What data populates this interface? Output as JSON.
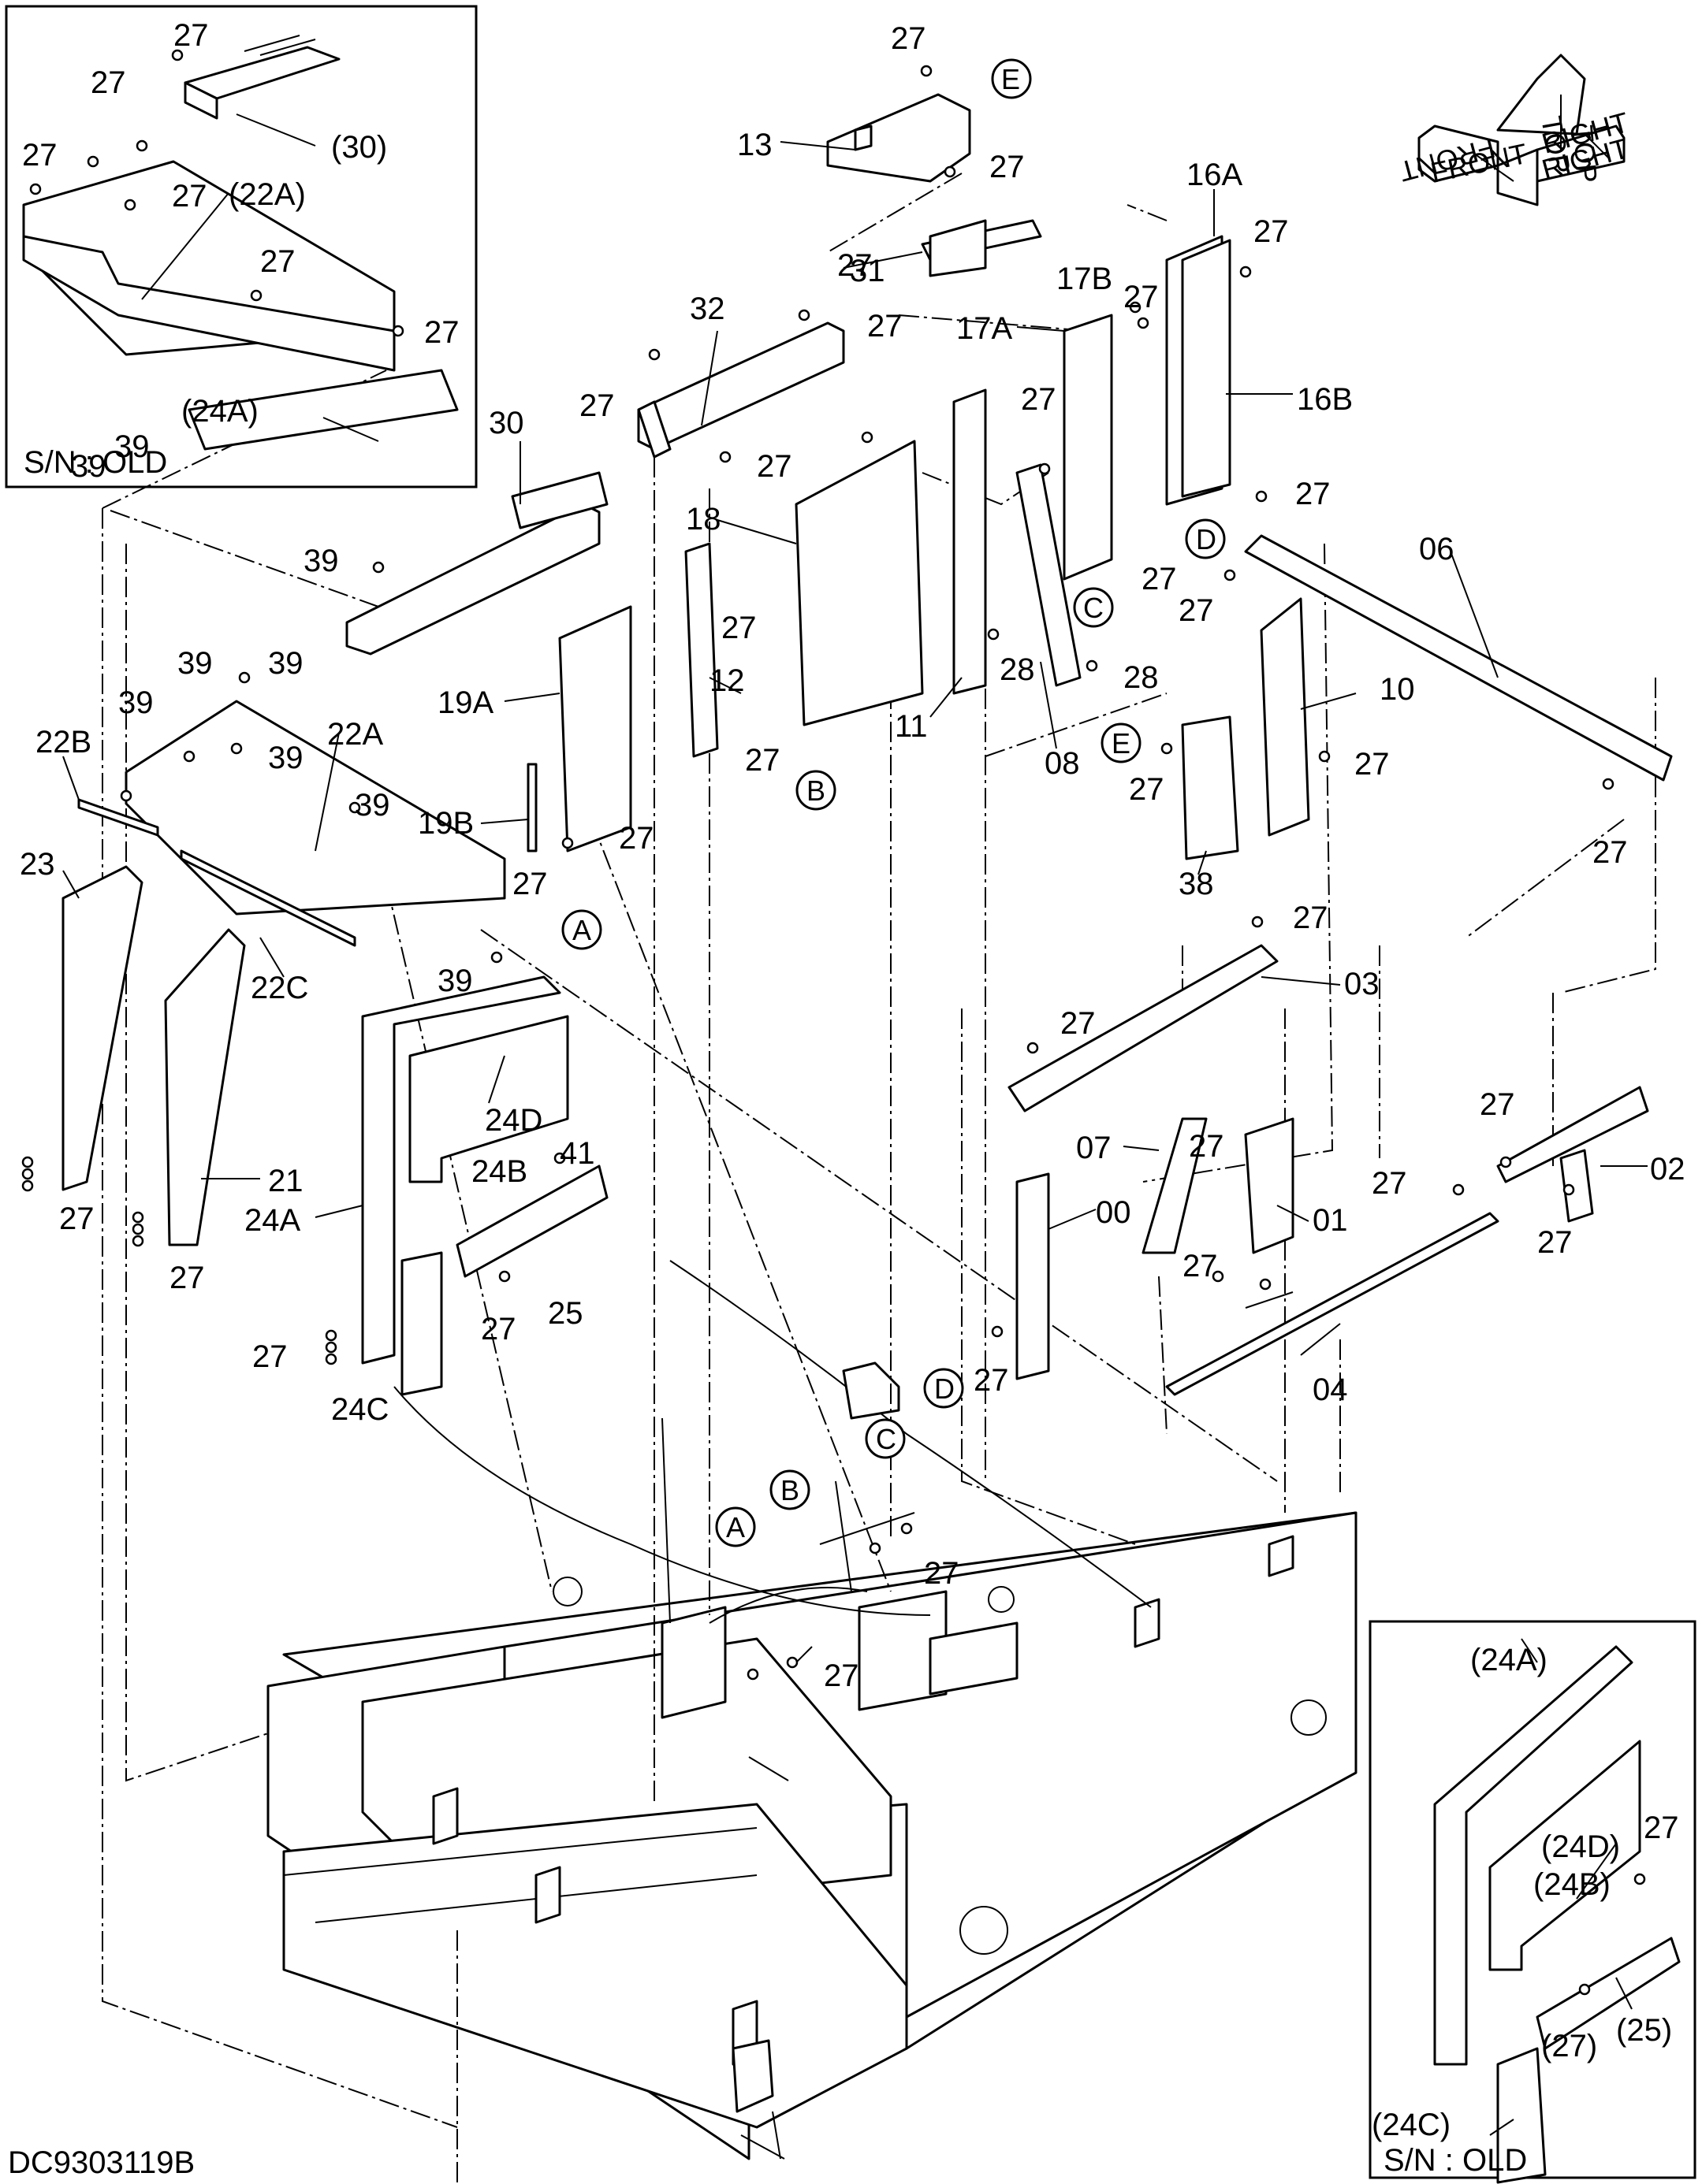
{
  "drawing_code": "DC9303119B",
  "inset_top_left": {
    "caption": "S/N : OLD"
  },
  "inset_bottom_right": {
    "caption": "S/N : OLD"
  },
  "orientation": {
    "top": "TOP",
    "top2": "TOP",
    "front": "FRONT",
    "front2": "FRONT",
    "right": "RIGHT",
    "right2": "RIGHT"
  },
  "labels": {
    "p27": "27",
    "p30o": "(30)",
    "p22Ao": "(22A)",
    "p24Ao": "(24A)",
    "p13": "13",
    "E": "E",
    "p31": "31",
    "p32": "32",
    "p30": "30",
    "p39": "39",
    "p16A": "16A",
    "p16B": "16B",
    "p17A": "17A",
    "p17B": "17B",
    "D": "D",
    "C": "C",
    "B": "B",
    "A": "A",
    "p18": "18",
    "p12": "12",
    "p11": "11",
    "p08": "08",
    "p28": "28",
    "p06": "06",
    "p10": "10",
    "p38": "38",
    "p19A": "19A",
    "p19B": "19B",
    "p22B": "22B",
    "p22A": "22A",
    "p22C": "22C",
    "p23": "23",
    "p21": "21",
    "p24D": "24D",
    "p24B": "24B",
    "p41": "41",
    "p24A": "24A",
    "p25": "25",
    "p24C": "24C",
    "p03": "03",
    "p07": "07",
    "p01": "01",
    "p00": "00",
    "p02": "02",
    "p04": "04",
    "p24Ai": "(24A)",
    "p24Di": "(24D)",
    "p24Bi": "(24B)",
    "p25i": "(25)",
    "p27i": "(27)",
    "p24Ci": "(24C)"
  }
}
